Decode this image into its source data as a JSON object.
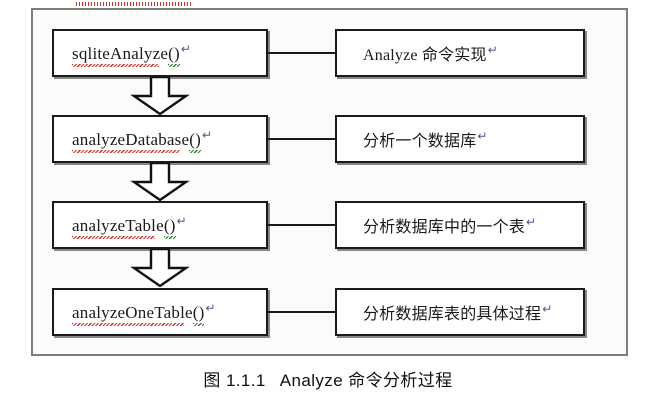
{
  "figure": {
    "frame_color": "#7d7d7d",
    "box_border_color": "#1a1a1a",
    "spellcheck_red": "#d0342c",
    "spellcheck_green": "#2f7d32",
    "pilcrow_glyph": "↵",
    "rows": [
      {
        "function_name": "sqliteAnalyze",
        "function_parens": "()",
        "description": "Analyze 命令实现"
      },
      {
        "function_name": "analyzeDatabase",
        "function_parens": "()",
        "description": "分析一个数据库"
      },
      {
        "function_name": "analyzeTable",
        "function_parens": "()",
        "description": "分析数据库中的一个表"
      },
      {
        "function_name": "analyzeOneTable",
        "function_parens": "()",
        "description": "分析数据库表的具体过程"
      }
    ]
  },
  "caption": {
    "number": "图 1.1.1",
    "title": "Analyze 命令分析过程"
  }
}
